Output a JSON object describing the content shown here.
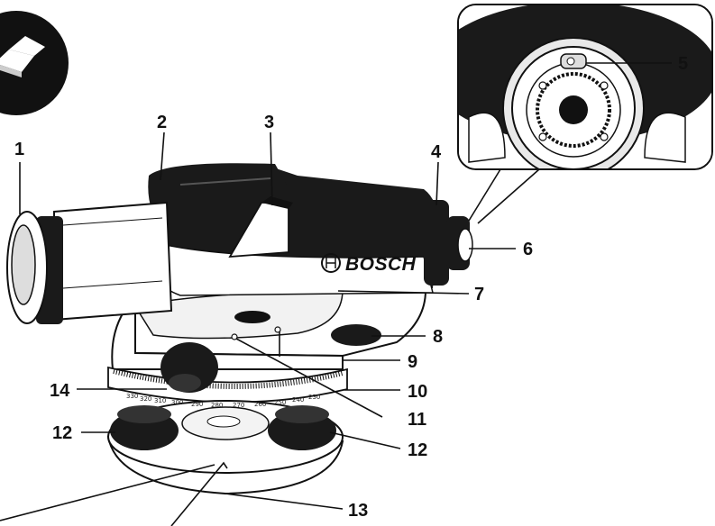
{
  "diagram": {
    "brand_text": "BOSCH",
    "callouts": [
      "1",
      "2",
      "3",
      "4",
      "5",
      "6",
      "7",
      "8",
      "9",
      "10",
      "11",
      "12",
      "13",
      "14"
    ],
    "scale_labels": [
      "330",
      "320",
      "310",
      "300",
      "290",
      "280",
      "270",
      "260",
      "250",
      "240",
      "230"
    ],
    "colors": {
      "ink": "#111111",
      "body_dark": "#1a1a1a",
      "light_gray": "#eeeeee",
      "paper": "#ffffff"
    },
    "icons": [
      "book-icon",
      "bosch-logo-icon"
    ]
  }
}
